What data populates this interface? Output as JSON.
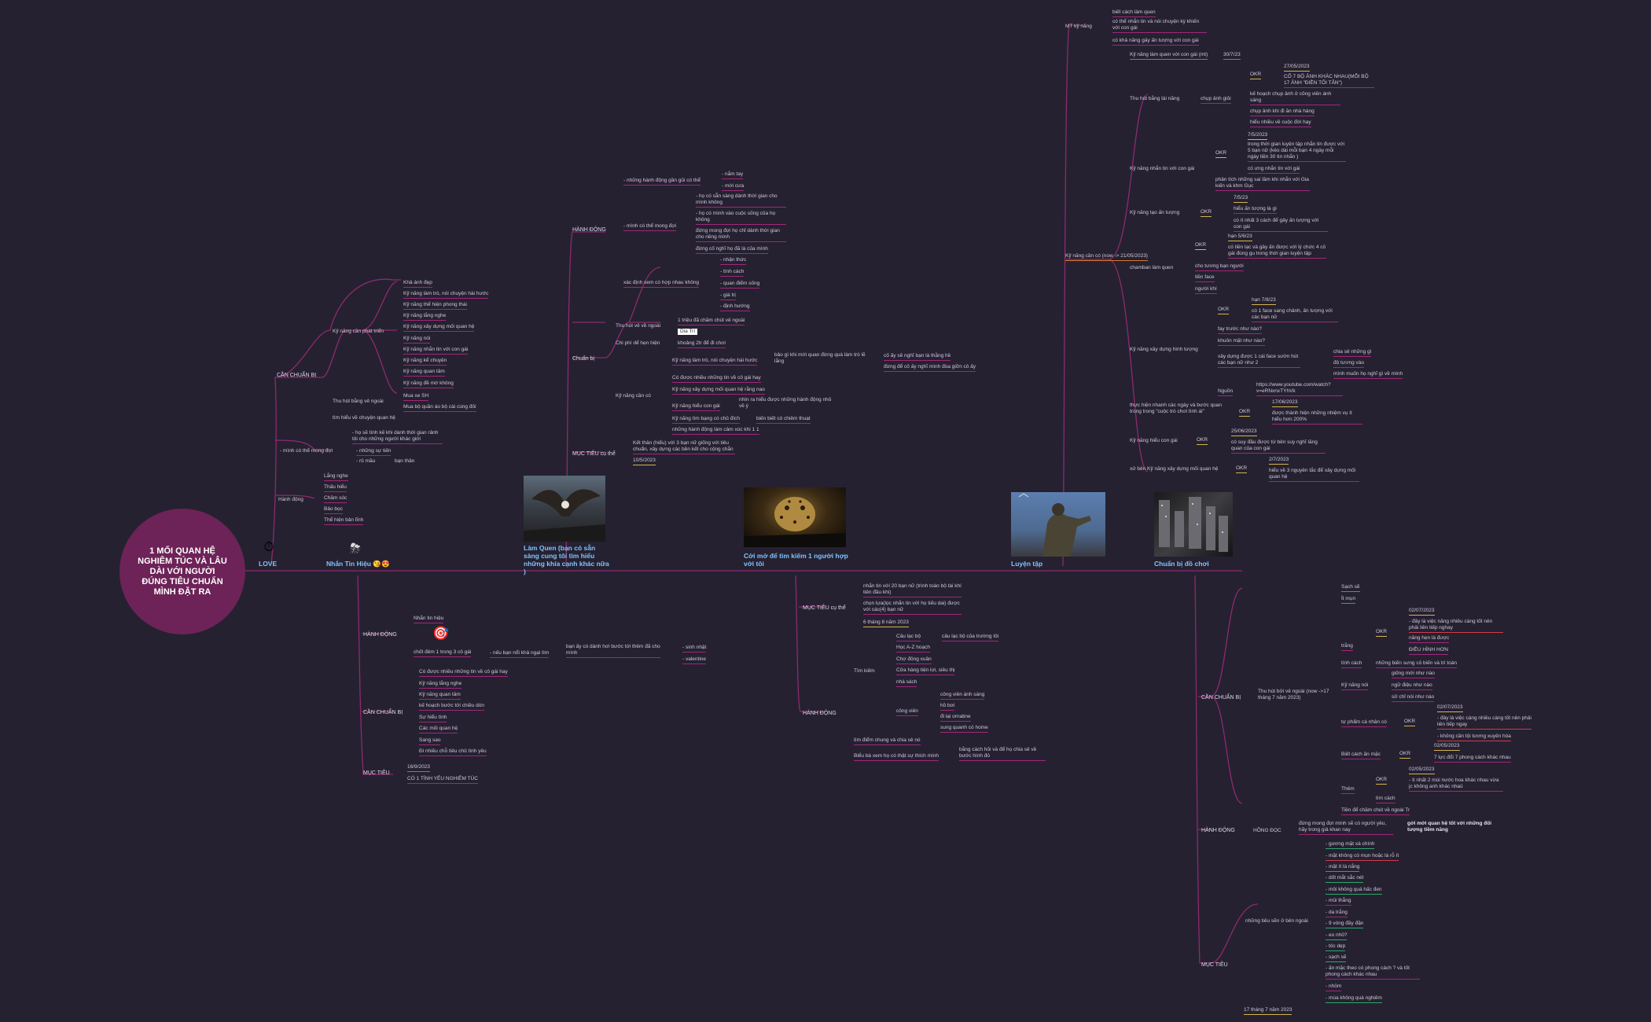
{
  "center_title": "1 MỐI QUAN HỆ NGHIÊM TÚC VÀ LÂU DÀI VỚI NGƯỜI ĐÚNG TIÊU CHUẨN MÌNH ĐẶT RA",
  "colors": {
    "background": "#252131",
    "branch": "#8e2a6e",
    "center": "#6d2357",
    "topic": "#7fc4ff",
    "underline_yellow": "#d2b54a",
    "underline_green": "#2ca86a",
    "underline_red": "#d23a4a",
    "underline_orange": "#d57a2a"
  },
  "icons": {
    "love": "stopwatch-icon",
    "nhan_tin": "storm-cloud-icon",
    "emoji": "smiling-hearts-emoji",
    "target": "target-icon",
    "pictures": [
      "eagle-photo",
      "leopard-photo",
      "soldier-photo",
      "city-photo"
    ]
  },
  "topics": {
    "love": "LOVE",
    "nhan_tin": "Nhắn Tin Hiệu",
    "nhan_tin_emoji": "😘😍",
    "lam_quen": "Làm Quen (bạn có sẵn sàng cung tôi tìm hiểu những khía cạnh khác nữa )",
    "coi_mo": "Cởi mở để tìm kiếm 1 người hợp với tôi",
    "luyen_tap": "Luyện tập",
    "chuan_bi_do_choi": "Chuẩn bị đồ chơi"
  },
  "love": {
    "can_chuan_bi": "CẦN CHUẨN BỊ",
    "ky_nang_can_phat_trien": "Kỹ năng cần phát triển",
    "skills": [
      "Khả ánh đẹp",
      "Kỹ năng làm trò, nói chuyện hài hước",
      "Kỹ năng thể hiện phong thái",
      "Kỹ năng lắng nghe",
      "Kỹ năng xây dựng mối quan hệ",
      "Kỹ năng nói",
      "Kỹ năng nhắn tin với con gái",
      "Kỹ năng kể chuyện",
      "Kỹ năng quan tâm",
      "Kỹ năng đề mờ không"
    ],
    "thu_hut": "Thu hút bằng vẻ ngoài",
    "thu_hut_items": [
      "Mua xe SH",
      "Mua bộ quần áo bộ cài cùng đôi"
    ],
    "tim_hieu": "tìm hiểu về chuyện quan hệ",
    "minh_co_the": "- mình có thể mong đợi",
    "minh_co_the_items": [
      "- họ sẽ tính kế khi dành thời gian rảnh tôi cho những người khác giới",
      "- những sự tiến",
      "- rủ mầu"
    ],
    "ban_than": "bạn thân",
    "hanh_dong": "Hành động",
    "hanh_dong_items": [
      "Lắng nghe",
      "Thấu hiểu",
      "Chăm sóc",
      "Bảo bọc",
      "Thể hiện bản lĩnh"
    ]
  },
  "lam_quen": {
    "hanh_dong": "HÀNH ĐỘNG",
    "nhung_hanh_dong": "- những hành động gần gũi có thể",
    "nhung_hanh_dong_items": [
      "- nắm tay",
      "- mời cưa"
    ],
    "minh_co_the": "- mình có thể mong đợi",
    "minh_co_the_items": [
      "- họ có sẵn sàng dành thời gian cho mình không",
      "- họ có mình vào cuộc sống của họ không",
      "đứng mong đợi họ chỉ dành thời gian cho riêng mình",
      "đừng cố nghĩ họ đã là của mình"
    ],
    "sac_dinh": "xác định xem có hợp nhau không",
    "sac_dinh_items": [
      "- nhận thức",
      "- tính cách",
      "- quan điểm sống",
      "- giá trị",
      "- định hướng"
    ],
    "chuan_bi": "Chuẩn bị",
    "thu_hut_ve_ngoai": "Thu hút vẻ về ngoài",
    "thu_hut_items": [
      "1 triệu đã chăm chút vẻ ngoài",
      "Dia Trí"
    ],
    "chi_phi": "Chi phí dể hẹn hiện",
    "chi_phi_value": "khoảng 2tr để đi chơi",
    "ky_nang_can_co": "Kỹ năng cần có",
    "skills": [
      "Kỹ năng làm trò, nói chuyện hài hước",
      "Có được nhiều những tin về cô gái hay",
      "Kỹ năng xây dựng mối quan hệ rằng nao",
      "Kỹ năng hiểu con gái",
      "Kỹ năng tìm bạng có chủ đích",
      "những hành động làm cảm xúc khi 1 1"
    ],
    "skill_side": [
      "bảo gì khi mới quan đừng quá làm trò lẽ lắng",
      "nhìn ra hiểu được những hành động nhỏ về ý",
      "biến biết có chiêm thuạt"
    ],
    "skill_side2": [
      "cố ấy sẽ nghĩ bạn là thằng hề",
      "đừng để cô ấy nghĩ mình đùa giỡn cô ấy"
    ],
    "muc_tieu": "MỤC TIÊU cụ thể",
    "muc_tieu_items": [
      "Kết thân (hiểu) với 3 bạn nữ giống với tiêu chuẩn, xây dựng các bền kết cho cộng chắn"
    ],
    "muc_tieu_date": "10/5/2023"
  },
  "coi_mo_top": {},
  "luyen_tap": {
    "mt_ky_nang": "MT kỹ năng",
    "mt_items": [
      "biết cách làm quen",
      "có thể nhắn tin và nói chuyện kỳ khiến với con gái",
      "có khả năng gây ấn tượng với con gái"
    ],
    "ky_nang_lam_quen": "Kỹ năng làm quen với con gái (mt)",
    "ky_nang_lam_quen_date": "30/7/23",
    "thu_hut": "Thu hút bằng tài năng",
    "chup_anh": "chụp ảnh giỏi",
    "okr": "OKR",
    "date1": "27/05/2023",
    "chup_items": [
      "CỐ 7 BỘ ẢNH KHÁC NHAU(MỖI BỘ 17 ẢNH \"ĐIỀN TỐI TÂN\")",
      "kế hoạch chụp ảnh ở công viên ánh sáng",
      "chụp ảnh khi đi ăn nhà hàng",
      "hiểu nhiều về cuộc đời hay"
    ],
    "ky_nang_nhan_tin": "Kỹ năng nhắn tin với con gái",
    "nhan_tin_date": "7/5/2023",
    "nhan_tin_items": [
      "trong thời gian luyện tập nhắn tin được với 5 bạn nữ (kéo dài mỗi bạn 4 ngày mỗi ngày tiền 30 tin nhắn )",
      "có ưng nhắn tin với gái",
      "phân tích những sai lầm khi nhắn với Gia kiến và khm Gục"
    ],
    "ky_nang_can_co": "Kỹ năng cần có (now -> 21/05/2023)",
    "ky_nang_tao_an_tuong": "Kỹ năng tạo ấn tượng",
    "tao_date": "7/5/23",
    "tao_items": [
      "hiểu ấn tượng là gì",
      "có ít nhất 3 cách để gây ấn tượng với con gái"
    ],
    "chuan_bi_lam_quen": "chamban làm quen",
    "lam_quen_date": "hạn 5/6/23",
    "lam_quen_items": [
      "có tiền lạc và gây ấn được với lý chức 4 cô gái đúng gu trong thời gian luyện tập",
      "cho tương bạn người",
      "tiền face",
      "người khí"
    ],
    "hinh_tuong": "Kỹ năng xây dựng hình tượng",
    "hinh_tuong_date": "hạn 7/8/23",
    "hinh_tuong_items": [
      "có 1 face sang chảnh, ấn tượng với các bạn nữ",
      "fay trước như nào?",
      "khuôn mặt như nào?",
      "xây dựng được 1 cái face sườn hút các bạn nữ như 2",
      "chia sẻ những gì",
      "độ tương vào",
      "mình muốn họ nghĩ gì về mình"
    ],
    "nguon": "Nguồn",
    "nguon_url": "https://www.youtube.com/watch?v=eRNxnxTYhVk",
    "thuc_hien": "thực hiện nhanh các ngày và bước quan trong trong \"cuộc trò chơi tình ái\"",
    "thuc_hien_date": "17/06/2023",
    "thuc_hien_item": "được thành hiện những nhiệm vụ ít hiểu hơn 200%",
    "ky_nang_hieu": "Kỹ năng hiểu con gái",
    "hieu_date": "25/06/2023",
    "hieu_item": "có suy đầu được từ bên suy nghĩ lăng quan của con gái",
    "xay_dung": "xử bên Kỹ năng xây dựng mối quan hệ",
    "xay_date": "2/7/2023",
    "xay_item": "hiểu về 3 nguyên tắc để xây dựng mối quan hệ"
  },
  "nhan_tin": {
    "hanh_dong": "HÀNH ĐỘNG",
    "nhan_tin_hieu": "Nhắn tin hiệu",
    "chot_dem": "chốt đêm 1 trong 3 cô gái",
    "neu_ban": "- nếu bạn nổi khả ngại tìm",
    "ban_co": "bạn ấy có dành hơi bước tới thêm đã cho mình",
    "ban_co_items": [
      "- sinh nhật",
      "- valentine"
    ],
    "can_chuan_bi": "CẦN CHUẨN BỊ",
    "items": [
      "Có được nhiều những tin về cô gái hay",
      "Kỹ năng lắng nghe",
      "Kỹ năng quan tâm",
      "kế hoạch bước tới chiều dòn",
      "Sự hiểu tình",
      "Các mối quan hệ",
      "Sang sao",
      "Đi nhiều chỗ tiêu chủ tình yêu"
    ],
    "muc_tieu": "MỤC TIÊU",
    "muc_tieu_date": "16/9/2023",
    "muc_tieu_item": "CÓ 1 TÌNH YÊU NGHIÊM TÚC"
  },
  "coi_mo": {
    "muc_tieu": "MỤC TIÊU cụ thể",
    "muc_tieu_items": [
      "nhắn tin với 20 bạn nữ (trình toàn bộ tài khí tiên đầu khi)",
      "chọn lựa(lọc nhắn tin với họ tiếu dai) được với các(4) bạn nữ",
      "6 tháng 8 năm 2023"
    ],
    "hanh_dong": "HÀNH ĐỘNG",
    "tim_kiem": "Tìm kiếm",
    "tim_items": [
      "Câu lạc bộ",
      "Học A-Z hoạch",
      "Chợ đông xuân",
      "Cửa hàng tiện lợi, siêu thị",
      "nhà sách",
      "công viên"
    ],
    "clb": "câu lạc bộ của trường tôi",
    "cong_vien_items": [
      "công viên ánh sáng",
      "hồ bơi",
      "đi lại ornatine",
      "sung quanh có home"
    ],
    "tim_diem": "tìm điểm chung và chia sẻ nó",
    "bieu": "Biểu bà xem họ có thật sự thích mình",
    "bieu_side": "bằng cách hỏi và để họ chia sẻ về bước hình đó"
  },
  "chuan_bi": {
    "can_chuan_bi": "CẦN CHUẨN BỊ",
    "thu_hut": "Thu hút bởi vẻ ngoài (now ->17 tháng 7 năm 2023)",
    "thu_items": [
      "Sạch sẽ",
      "Ít mụn",
      "trắng",
      "tính cách",
      "Kỹ năng nói",
      "tự phẩm cá nhân có",
      "Biết cách ăn mặc",
      "Thêm",
      "Tiền để chăm chút về ngoài Tr"
    ],
    "okr": "OKR",
    "d1": "02/07/2023",
    "trang_items": [
      "- đây là việc năng nhiều càng tốt nên phải liên tiếp nghay",
      "năng hẹn là được",
      "ĐIỀU HÌNH HƠN"
    ],
    "tinh_cach_side": "những biến sưng cỏ biến và trí toàn",
    "ky_nang_items": [
      "giống mới như nào",
      "ngữ điệu như nào",
      "sử chỉ nói như nào"
    ],
    "d2": "02/07/2023",
    "pham_items": [
      "- đây là việc càng nhiều càng tốt nên phải liên tiếp ngay",
      "- không cần tội tương xuyên hóa"
    ],
    "d3": "02/05/2023",
    "biet_item": "7 lực đổi 7 phong cách khác nhau",
    "d4": "02/05/2023",
    "them_item": "- ít nhất 2 mùi nước hoa khác nhau vừa jc không anh khác nhaû",
    "tim_cach": "tìm cách",
    "hanh_dong": "HÀNH ĐỘNG",
    "hong_doc": "HỒNG ĐỌC",
    "hong_side": "đừng mong đợi mình sẽ có người yêu, hãy trong giả khan nay",
    "goi_moi": "gởi mới quan hệ tốt với những đối tượng tiềm năng",
    "muc_tieu": "MỤC TIÊU",
    "ngoai": "những tiêu sẽn ở bên ngoài",
    "ngoai_items": [
      "- gương mặt xà chính",
      "- mặt không có mụn hoặc là rỗ ít",
      "- mặt ít là nắng",
      "- dốt mắt sắc nét",
      "- môi không quá hấc đen",
      "- mũi thẳng",
      "- da trắng",
      "- 9 vóng đầy đặn",
      "- eo nhỏ?",
      "- tóc dẹp",
      "- sạch sẽ",
      "- ăn mặc theo có phong cách ? và tốt phong cách khác nhau",
      "- nhỏm",
      "- mùa không quá nghiêm"
    ],
    "date_final": "17 tháng 7 năm 2023"
  }
}
